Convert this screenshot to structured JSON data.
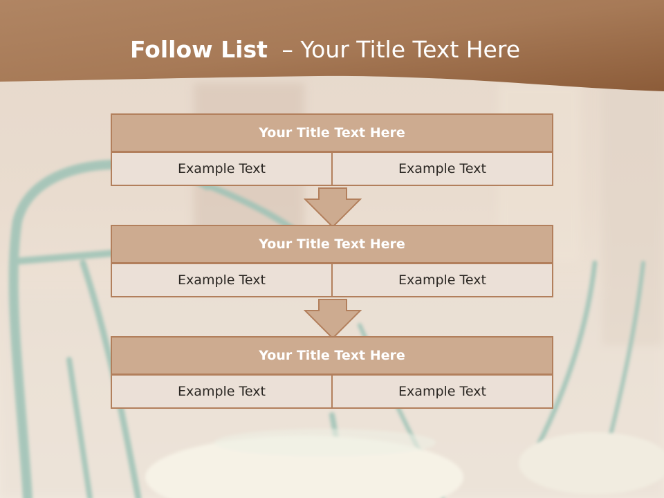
{
  "title": {
    "bold": "Follow List",
    "rest": "– Your Title Text Here"
  },
  "blocks": [
    {
      "title": "Your Title Text Here",
      "left": "Example Text",
      "right": "Example Text"
    },
    {
      "title": "Your Title Text Here",
      "left": "Example Text",
      "right": "Example Text"
    },
    {
      "title": "Your Title Text Here",
      "left": "Example Text",
      "right": "Example Text"
    }
  ],
  "colors": {
    "header_band": "#9c6c49",
    "block_header": "#cdab90",
    "block_cell": "#ebe0d7",
    "border": "#b27f5c"
  }
}
